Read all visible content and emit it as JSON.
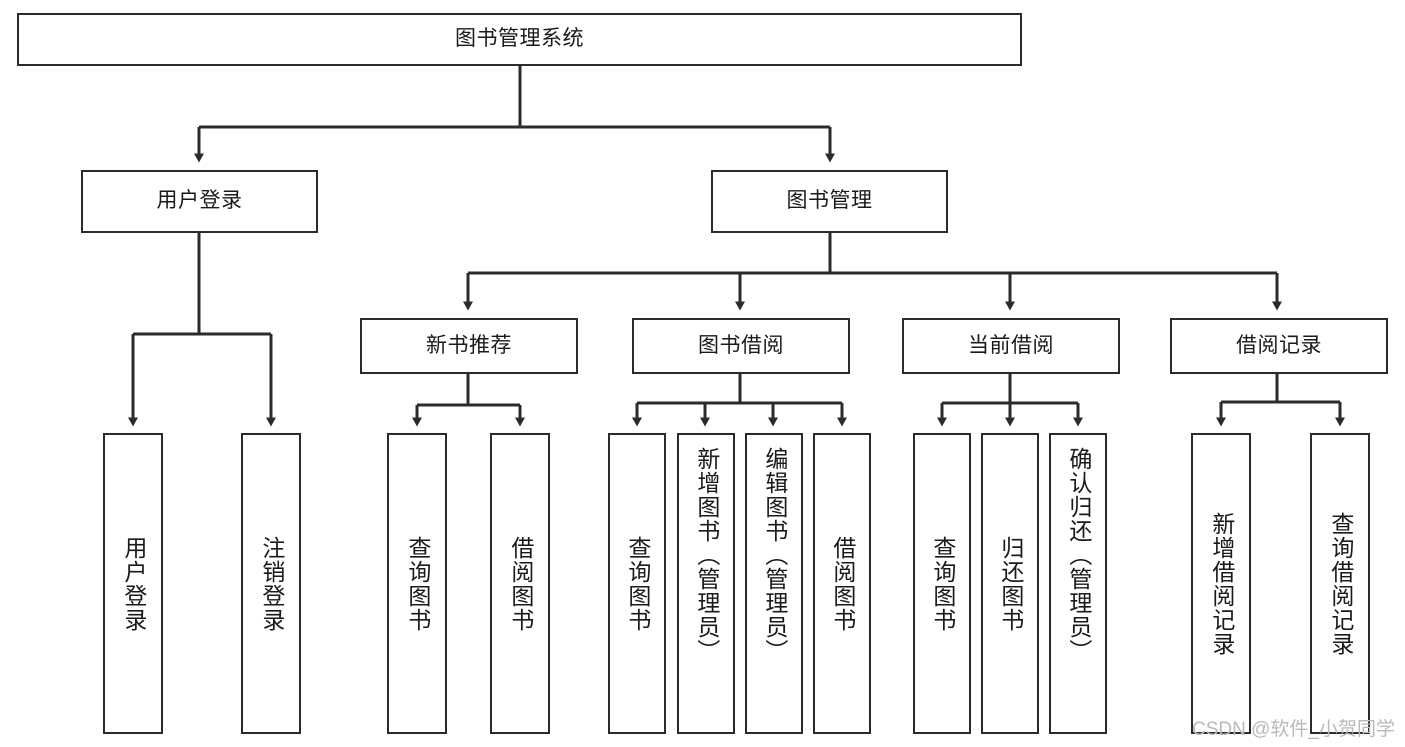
{
  "diagram": {
    "type": "tree-hierarchy",
    "title": "图书管理系统",
    "orientation": "top-down",
    "colors": {
      "box_border": "#2b2b2b",
      "box_fill": "#ffffff",
      "connector": "#2b2b2b",
      "text": "#1a1a1a",
      "watermark": "#b9b9b9",
      "background": "#ffffff"
    },
    "root": {
      "label": "图书管理系统"
    },
    "level2": [
      {
        "id": "user-login",
        "label": "用户登录"
      },
      {
        "id": "book-manage",
        "label": "图书管理"
      }
    ],
    "level3": [
      {
        "id": "new-book-rec",
        "label": "新书推荐"
      },
      {
        "id": "book-borrow",
        "label": "图书借阅"
      },
      {
        "id": "current-borrow",
        "label": "当前借阅"
      },
      {
        "id": "borrow-record",
        "label": "借阅记录"
      }
    ],
    "leaves": [
      {
        "id": "leaf-user-login",
        "label": "用户登录",
        "parent": "user-login"
      },
      {
        "id": "leaf-user-logout",
        "label": "注销登录",
        "parent": "user-login"
      },
      {
        "id": "leaf-query-book-1",
        "label": "查询图书",
        "parent": "new-book-rec"
      },
      {
        "id": "leaf-borrow-book-1",
        "label": "借阅图书",
        "parent": "new-book-rec"
      },
      {
        "id": "leaf-query-book-2",
        "label": "查询图书",
        "parent": "book-borrow"
      },
      {
        "id": "leaf-add-book",
        "label": "新增图书（管理员）",
        "parent": "book-borrow"
      },
      {
        "id": "leaf-edit-book",
        "label": "编辑图书（管理员）",
        "parent": "book-borrow"
      },
      {
        "id": "leaf-borrow-book-2",
        "label": "借阅图书",
        "parent": "book-borrow"
      },
      {
        "id": "leaf-query-book-3",
        "label": "查询图书",
        "parent": "current-borrow"
      },
      {
        "id": "leaf-return-book",
        "label": "归还图书",
        "parent": "current-borrow"
      },
      {
        "id": "leaf-confirm-return",
        "label": "确认归还（管理员）",
        "parent": "current-borrow"
      },
      {
        "id": "leaf-add-record",
        "label": "新增借阅记录",
        "parent": "borrow-record"
      },
      {
        "id": "leaf-query-record",
        "label": "查询借阅记录",
        "parent": "borrow-record"
      }
    ],
    "watermark": "CSDN @软件_小贺同学"
  }
}
